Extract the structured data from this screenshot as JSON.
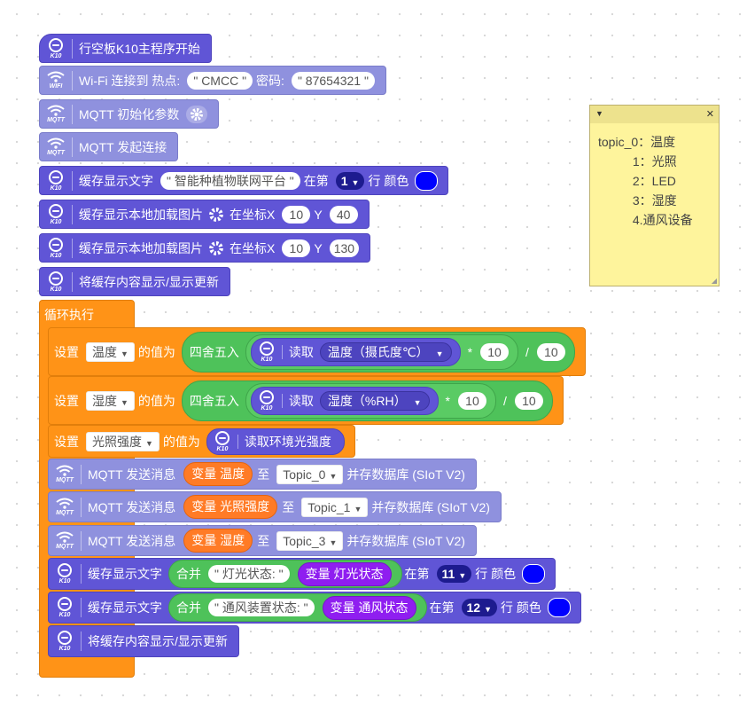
{
  "blocks": {
    "start": "行空板K10主程序开始",
    "wifi_connect": {
      "label": "Wi-Fi 连接到 热点:",
      "ssid": " \" CMCC \" ",
      "pwd_label": "密码:",
      "pwd": " \" 87654321 \" "
    },
    "mqtt_init": "MQTT 初始化参数",
    "mqtt_connect": "MQTT 发起连接",
    "cache_text1": {
      "label": "缓存显示文字",
      "text": " \" 智能种植物联网平台 \" ",
      "row_label": "在第",
      "row": "1",
      "row_suffix": "行 颜色"
    },
    "cache_img1": {
      "label": "缓存显示本地加载图片",
      "pos_label": "在坐标X",
      "x": "10",
      "y_label": "Y",
      "y": "40"
    },
    "cache_img2": {
      "label": "缓存显示本地加载图片",
      "pos_label": "在坐标X",
      "x": "10",
      "y_label": "Y",
      "y": "130"
    },
    "show_cache": "将缓存内容显示/显示更新",
    "loop": "循环执行",
    "set_temp": {
      "set": "设置",
      "var": "温度",
      "value_of": "的值为",
      "round": "四舍五入",
      "read": "读取",
      "sensor": "温度（摄氏度℃）",
      "mul": "*",
      "m": "10",
      "div": "/",
      "d": "10"
    },
    "set_hum": {
      "set": "设置",
      "var": "湿度",
      "value_of": "的值为",
      "round": "四舍五入",
      "read": "读取",
      "sensor": "湿度（%RH）",
      "mul": "*",
      "m": "10",
      "div": "/",
      "d": "10"
    },
    "set_light": {
      "set": "设置",
      "var": "光照强度",
      "value_of": "的值为",
      "read": "读取环境光强度"
    },
    "mqtt_send0": {
      "label": "MQTT 发送消息",
      "var": "变量 温度",
      "to": "至",
      "topic": "Topic_0",
      "save": "并存数据库 (SIoT V2)"
    },
    "mqtt_send1": {
      "label": "MQTT 发送消息",
      "var": "变量 光照强度",
      "to": "至",
      "topic": "Topic_1",
      "save": "并存数据库 (SIoT V2)"
    },
    "mqtt_send3": {
      "label": "MQTT 发送消息",
      "var": "变量 湿度",
      "to": "至",
      "topic": "Topic_3",
      "save": "并存数据库 (SIoT V2)"
    },
    "cache_text2": {
      "label": "缓存显示文字",
      "join": "合并",
      "text": " \" 灯光状态: \" ",
      "var": "变量 灯光状态",
      "row_label": "在第",
      "row": "11",
      "row_suffix": "行 颜色"
    },
    "cache_text3": {
      "label": "缓存显示文字",
      "join": "合并",
      "text": " \" 通风装置状态: \" ",
      "var": "变量 通风状态",
      "row_label": "在第",
      "row": "12",
      "row_suffix": "行 颜色"
    },
    "show_cache2": "将缓存内容显示/显示更新"
  },
  "icons": {
    "k10_caption": "K10",
    "wifi_caption": "WIFI",
    "mqtt_caption": "MQTT"
  },
  "colors": {
    "k10": "#6055d6",
    "mqtt": "#8f91de",
    "loop": "#ff9317",
    "green": "#4ec25a",
    "text_color": "#0000ff"
  },
  "comment": {
    "text": "topic_0：温度\n          1：光照\n          2：LED\n          3：湿度\n          4.通风设备"
  }
}
